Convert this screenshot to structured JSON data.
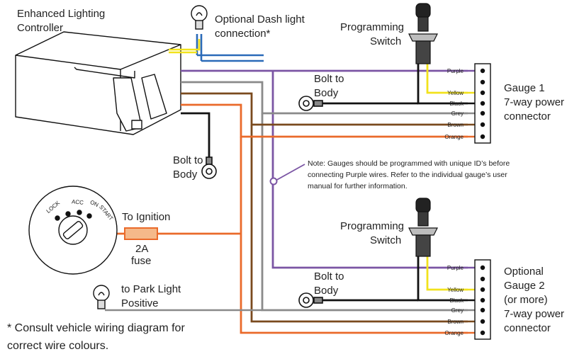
{
  "labels": {
    "controller": [
      "Enhanced Lighting",
      "Controller"
    ],
    "dash_light": [
      "Optional Dash light",
      "connection*"
    ],
    "prog_switch_1": [
      "Programming",
      "Switch"
    ],
    "prog_switch_2": [
      "Programming",
      "Switch"
    ],
    "bolt_body_1": [
      "Bolt to",
      "Body"
    ],
    "bolt_body_2": [
      "Bolt to",
      "Body"
    ],
    "bolt_body_3": [
      "Bolt to",
      "Body"
    ],
    "gauge_1": [
      "Gauge 1",
      "7-way power",
      "connector"
    ],
    "gauge_2": [
      "Optional",
      "Gauge 2",
      "(or more)",
      "7-way power",
      "connector"
    ],
    "to_ignition": "To Ignition",
    "fuse": [
      "2A",
      "fuse"
    ],
    "park_light": [
      "to Park Light",
      "Positive"
    ],
    "note": [
      "Note: Gauges should be programmed with unique ID’s before",
      "connecting Purple wires. Refer to the individual gauge’s user",
      "manual for further information."
    ],
    "footnote": [
      "* Consult vehicle wiring diagram for",
      "correct wire colours."
    ],
    "ignition_switch": [
      "LOCK",
      "ACC",
      "ON",
      "START"
    ]
  },
  "connector_pins": [
    "Purple",
    "Yellow",
    "Black",
    "Grey",
    "Brown",
    "Orange"
  ],
  "colors": {
    "purple": "#7b55a4",
    "yellow": "#f2e21c",
    "black": "#111111",
    "grey": "#8a8a8a",
    "brown": "#7a4a1e",
    "orange": "#ea6a2a",
    "blue": "#2a6ab8",
    "fuse": "#f5b98a"
  }
}
